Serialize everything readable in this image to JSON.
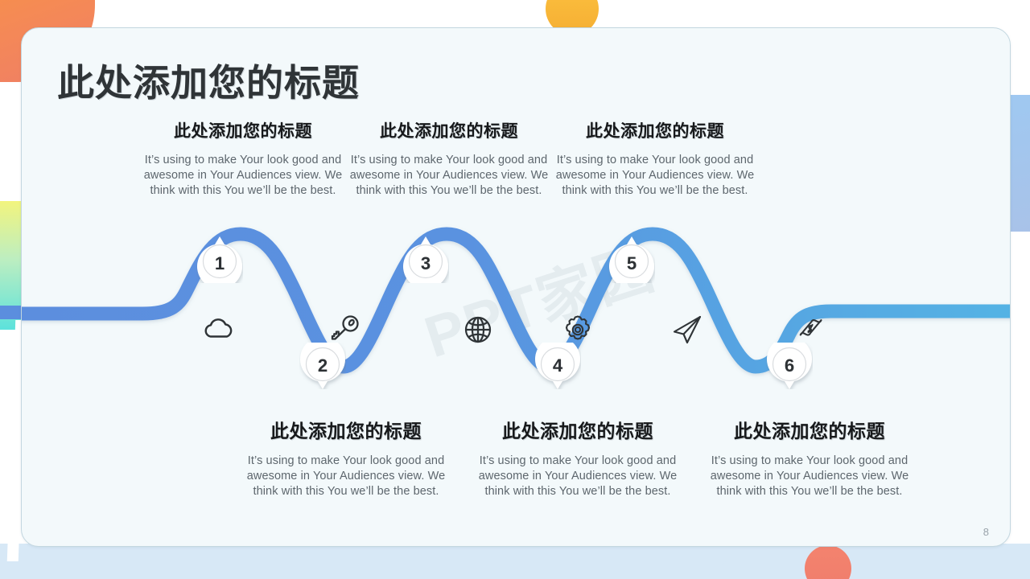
{
  "slide": {
    "title": "此处添加您的标题",
    "page_number": "8",
    "watermark": "PPT家园"
  },
  "colors": {
    "card_bg": "#f3f9fb",
    "card_border": "#c3d7e0",
    "title_text": "#2f3437",
    "heading_text": "#17191b",
    "body_text": "#5d666d",
    "wave_start": "#5b8ede",
    "wave_mid": "#5a95e0",
    "wave_end": "#53b4e4",
    "marker_fill": "#ffffff",
    "marker_ring": "#d9dcdf",
    "icon_stroke": "#2f3437",
    "deco_orange": "#f79a3a",
    "deco_yellow": "#fcc13f",
    "deco_coral": "#f4836e",
    "deco_blue_light": "#d7e8f6",
    "deco_hex": "#9ec9f2",
    "page_number_text": "#9aa4ab"
  },
  "body_text_shared": "It’s using to make Your look good and awesome in Your Audiences view. We think with this You we’ll be the best.",
  "steps": [
    {
      "number": "1",
      "position": "top",
      "icon": "cloud-icon",
      "heading": "此处添加您的标题",
      "body": "It’s using to make Your look good and awesome in Your Audiences view. We think with this You we’ll be the best."
    },
    {
      "number": "2",
      "position": "bottom",
      "icon": "key-icon",
      "heading": "此处添加您的标题",
      "body": "It’s using to make Your look good and awesome in Your Audiences view. We think with this You we’ll be the best."
    },
    {
      "number": "3",
      "position": "top",
      "icon": "globe-icon",
      "heading": "此处添加您的标题",
      "body": "It’s using to make Your look good and awesome in Your Audiences view. We think with this You we’ll be the best."
    },
    {
      "number": "4",
      "position": "bottom",
      "icon": "gear-icon",
      "heading": "此处添加您的标题",
      "body": "It’s using to make Your look good and awesome in Your Audiences view. We think with this You we’ll be the best."
    },
    {
      "number": "5",
      "position": "top",
      "icon": "paper-plane-icon",
      "heading": "此处添加您的标题",
      "body": "It’s using to make Your look good and awesome in Your Audiences view. We think with this You we’ll be the best."
    },
    {
      "number": "6",
      "position": "bottom",
      "icon": "money-bill-icon",
      "heading": "此处添加您的标题",
      "body": "It’s using to make Your look good and awesome in Your Audiences view. We think with this You we’ll be the best."
    }
  ]
}
